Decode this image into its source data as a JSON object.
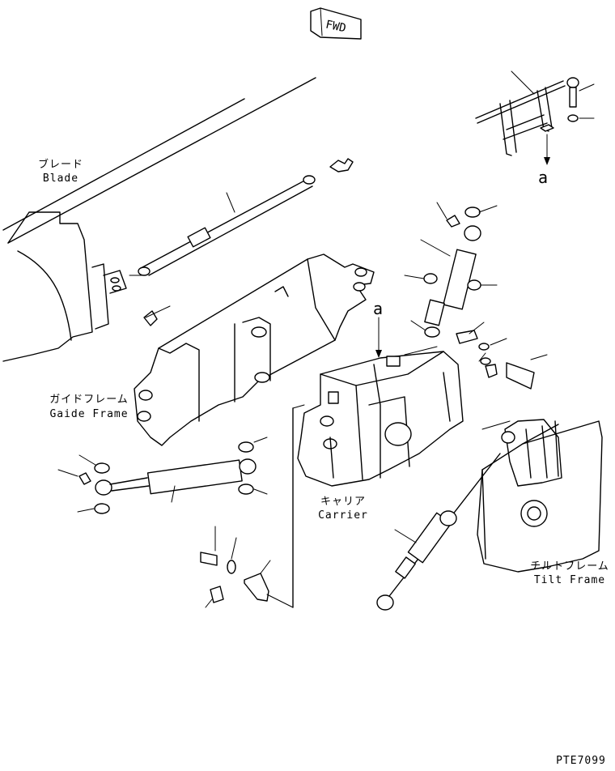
{
  "direction_marker": "FWD",
  "reference_letter": "a",
  "labels": {
    "blade_jp": "ブレード",
    "blade_en": "Blade",
    "guide_frame_jp": "ガイドフレーム",
    "guide_frame_en": "Gaide Frame",
    "carrier_jp": "キャリア",
    "carrier_en": "Carrier",
    "tilt_frame_jp": "チルトフレーム",
    "tilt_frame_en": "Tilt Frame"
  },
  "drawing_id": "PTE7099"
}
